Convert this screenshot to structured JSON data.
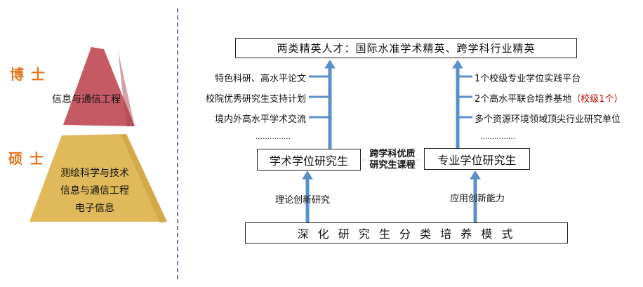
{
  "colors": {
    "arrow": "#5b8fc7",
    "doctor": "#c55a64",
    "master": "#dfb95a",
    "degree_label": "#e8741e",
    "highlight": "#c00000"
  },
  "pyramid": {
    "doctor": {
      "label": "博士",
      "majors": [
        "信息与通信工程"
      ]
    },
    "master": {
      "label": "硕士",
      "majors": [
        "测绘科学与技术",
        "信息与通信工程",
        "电子信息"
      ]
    }
  },
  "diagram": {
    "goal": "两类精英人才：国际水准学术精英、跨学科行业精英",
    "academic": {
      "title": "学术学位研究生",
      "items": [
        "特色科研、高水平论文",
        "校院优秀研究生支持计划",
        "境内外高水平学术交流"
      ],
      "ellipsis": "……………",
      "drive": "理论创新研究"
    },
    "professional": {
      "title": "专业学位研究生",
      "items": [
        "1个校级专业学位实践平台",
        "2个高水平联合培养基地",
        "多个资源环境领域顶尖行业研究单位"
      ],
      "highlight": "（校级1个）",
      "ellipsis": "……………",
      "drive": "应用创新能力"
    },
    "shared": [
      "跨学科优质",
      "研究生课程"
    ],
    "base": "深 化 研 究 生 分 类 培 养 模 式"
  }
}
